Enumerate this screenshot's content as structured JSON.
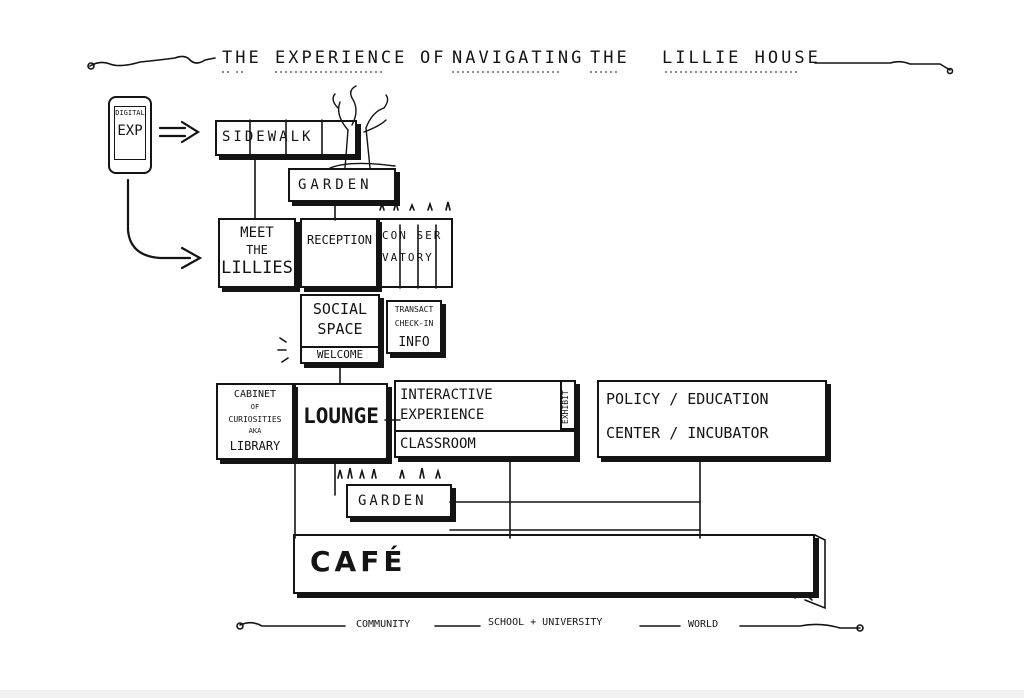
{
  "title": {
    "the": "THE",
    "experience": "EXPERIENCE",
    "of": "OF",
    "navigating": "NAVIGATING",
    "the2": "THE",
    "lillie_house": "LILLIE HOUSE"
  },
  "phone": {
    "line1": "DIGITAL",
    "line2": "EXP"
  },
  "boxes": {
    "sidewalk": "SIDEWALK",
    "garden_top": "GARDEN",
    "meet_l1": "MEET",
    "meet_l2": "THE",
    "meet_l3": "LILLIES",
    "reception": "RECEPTION",
    "conservatory_l1": "CON SER",
    "conservatory_l2": "VATORY",
    "social_l1": "SOCIAL",
    "social_l2": "SPACE",
    "welcome": "WELCOME",
    "transact_l1": "TRANSACT",
    "transact_l2": "CHECK-IN",
    "transact_l3": "INFO",
    "cabinet_l1": "CABINET",
    "cabinet_l2": "OF",
    "cabinet_l3": "CURIOSITIES",
    "cabinet_l4": "AKA",
    "cabinet_l5": "LIBRARY",
    "lounge": "LOUNGE",
    "interactive_l1": "INTERACTIVE",
    "interactive_l2": "EXPERIENCE",
    "exhibit": "EXHIBIT",
    "classroom": "CLASSROOM",
    "policy_l1": "POLICY / EDUCATION",
    "policy_l2": "CENTER / INCUBATOR",
    "garden_bottom": "GARDEN",
    "cafe": "CAFÉ"
  },
  "footer": {
    "community": "COMMUNITY",
    "school": "SCHOOL + UNIVERSITY",
    "world": "WORLD"
  }
}
